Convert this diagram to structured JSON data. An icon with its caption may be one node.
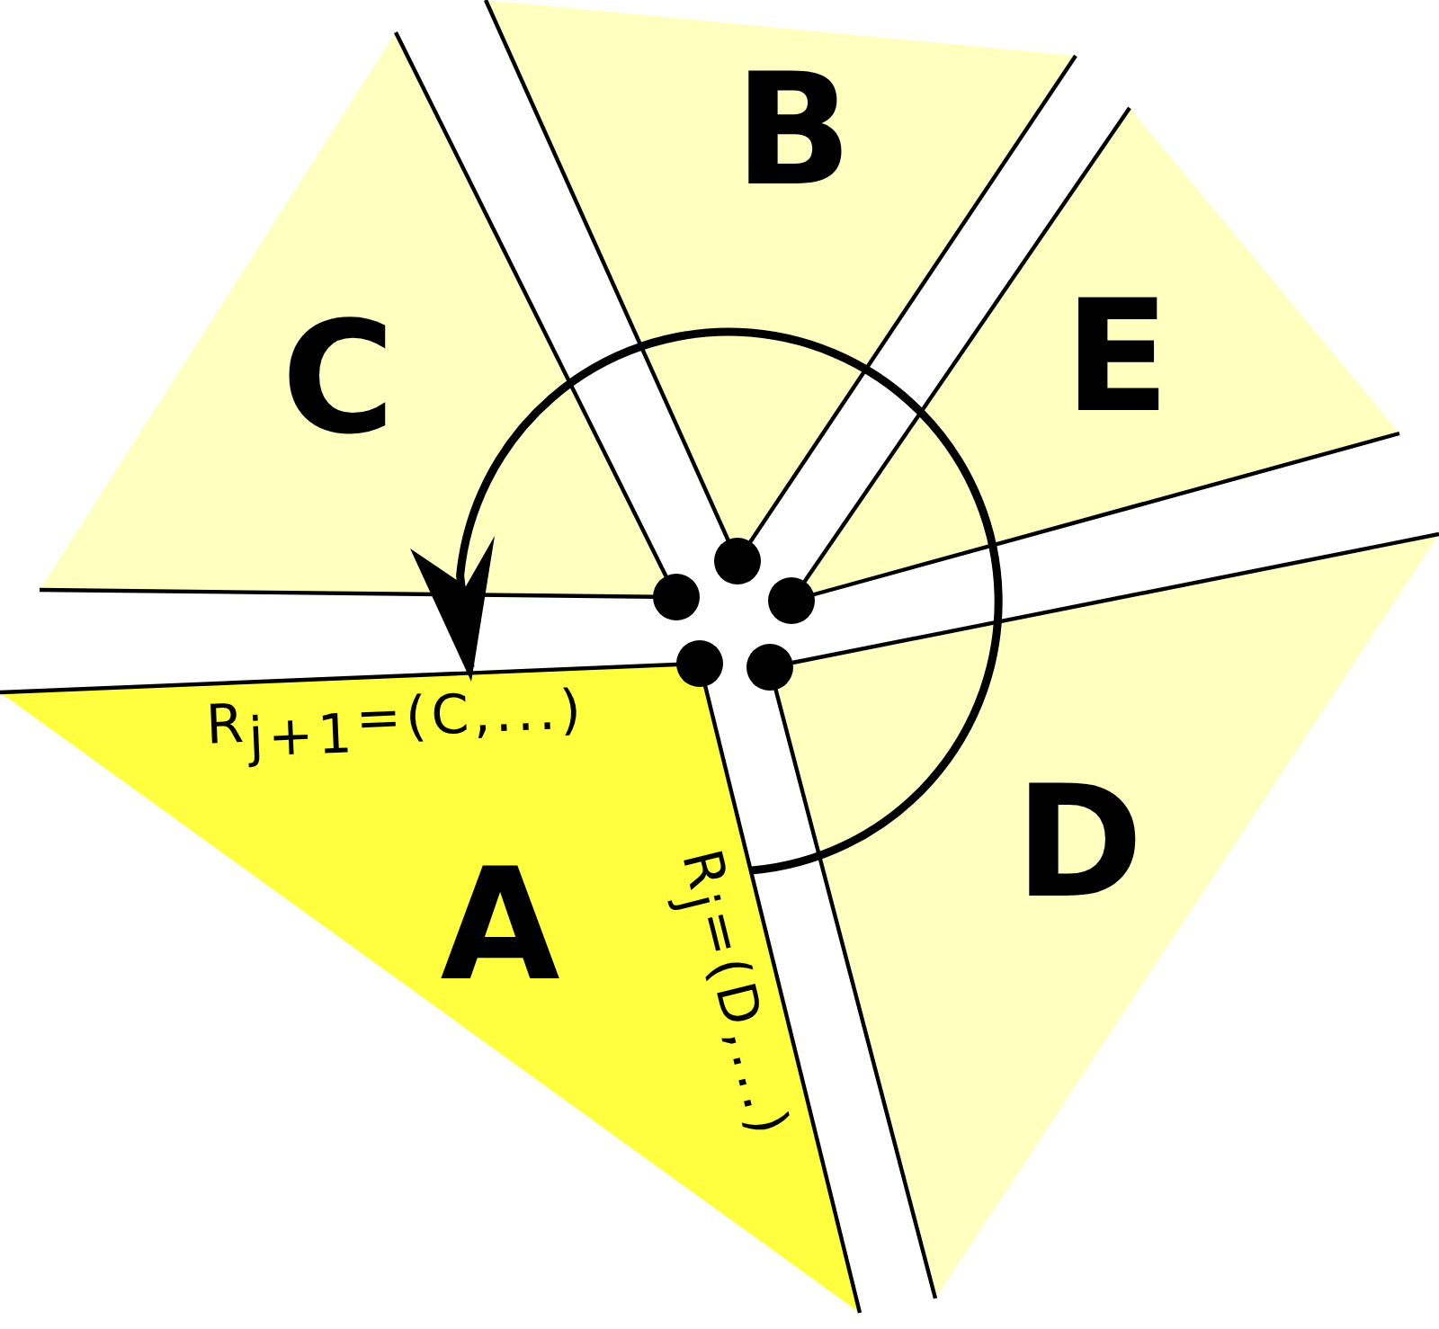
{
  "diagram": {
    "nodes": [
      {
        "text": [
          "B"
        ]
      },
      {
        "text": [
          "C"
        ]
      },
      {
        "text": [
          "E"
        ]
      },
      {
        "text": [
          "D"
        ]
      },
      {
        "text": [
          "A"
        ]
      }
    ],
    "labels": [
      "R$_{j+1}$=(C,...)",
      "R$_{j}$=(D,...)"
    ]
  }
}
